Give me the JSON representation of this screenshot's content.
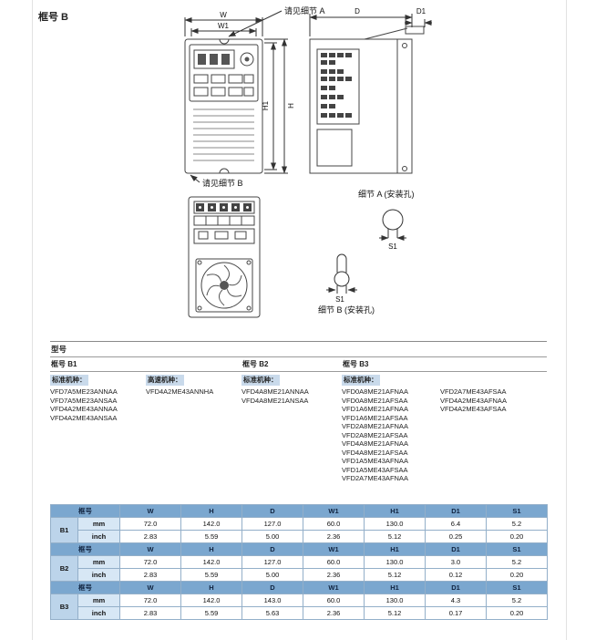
{
  "page": {
    "frame_label": "框号 B"
  },
  "diagram": {
    "labels": {
      "w": "W",
      "w1": "W1",
      "h": "H",
      "h1": "H1",
      "d": "D",
      "d1": "D1",
      "s1": "S1",
      "see_detail_a": "请见细节 A",
      "see_detail_b": "请见细节 B",
      "detail_a_title": "细节 A (安装孔)",
      "detail_b_title": "细节 B (安装孔)"
    }
  },
  "models": {
    "header": "型号",
    "groups": [
      {
        "frame": "框号 B1",
        "columns": [
          {
            "title": "标准机种：",
            "items": [
              "VFD7A5ME23ANNAA",
              "VFD7A5ME23ANSAA",
              "VFD4A2ME43ANNAA",
              "VFD4A2ME43ANSAA"
            ]
          },
          {
            "title": "高速机种：",
            "items": [
              "VFD4A2ME43ANNHA"
            ]
          }
        ]
      },
      {
        "frame": "框号 B2",
        "columns": [
          {
            "title": "标准机种：",
            "items": [
              "VFD4A8ME21ANNAA",
              "VFD4A8ME21ANSAA"
            ]
          }
        ]
      },
      {
        "frame": "框号 B3",
        "columns": [
          {
            "title": "标准机种：",
            "items": [
              "VFD0A8ME21AFNAA",
              "VFD0A8ME21AFSAA",
              "VFD1A6ME21AFNAA",
              "VFD1A6ME21AFSAA",
              "VFD2A8ME21AFNAA",
              "VFD2A8ME21AFSAA",
              "VFD4A8ME21AFNAA",
              "VFD4A8ME21AFSAA",
              "VFD1A5ME43AFNAA",
              "VFD1A5ME43AFSAA",
              "VFD2A7ME43AFNAA"
            ]
          },
          {
            "title": "",
            "items": [
              "VFD2A7ME43AFSAA",
              "VFD4A2ME43AFNAA",
              "VFD4A2ME43AFSAA"
            ]
          }
        ]
      }
    ]
  },
  "dim_table": {
    "col_headers": [
      "框号",
      "W",
      "H",
      "D",
      "W1",
      "H1",
      "D1",
      "S1"
    ],
    "units": [
      "mm",
      "inch"
    ],
    "frames": [
      {
        "name": "B1",
        "mm": [
          "72.0",
          "142.0",
          "127.0",
          "60.0",
          "130.0",
          "6.4",
          "5.2"
        ],
        "inch": [
          "2.83",
          "5.59",
          "5.00",
          "2.36",
          "5.12",
          "0.25",
          "0.20"
        ]
      },
      {
        "name": "B2",
        "mm": [
          "72.0",
          "142.0",
          "127.0",
          "60.0",
          "130.0",
          "3.0",
          "5.2"
        ],
        "inch": [
          "2.83",
          "5.59",
          "5.00",
          "2.36",
          "5.12",
          "0.12",
          "0.20"
        ]
      },
      {
        "name": "B3",
        "mm": [
          "72.0",
          "142.0",
          "143.0",
          "60.0",
          "130.0",
          "4.3",
          "5.2"
        ],
        "inch": [
          "2.83",
          "5.59",
          "5.63",
          "2.36",
          "5.12",
          "0.17",
          "0.20"
        ]
      }
    ]
  }
}
